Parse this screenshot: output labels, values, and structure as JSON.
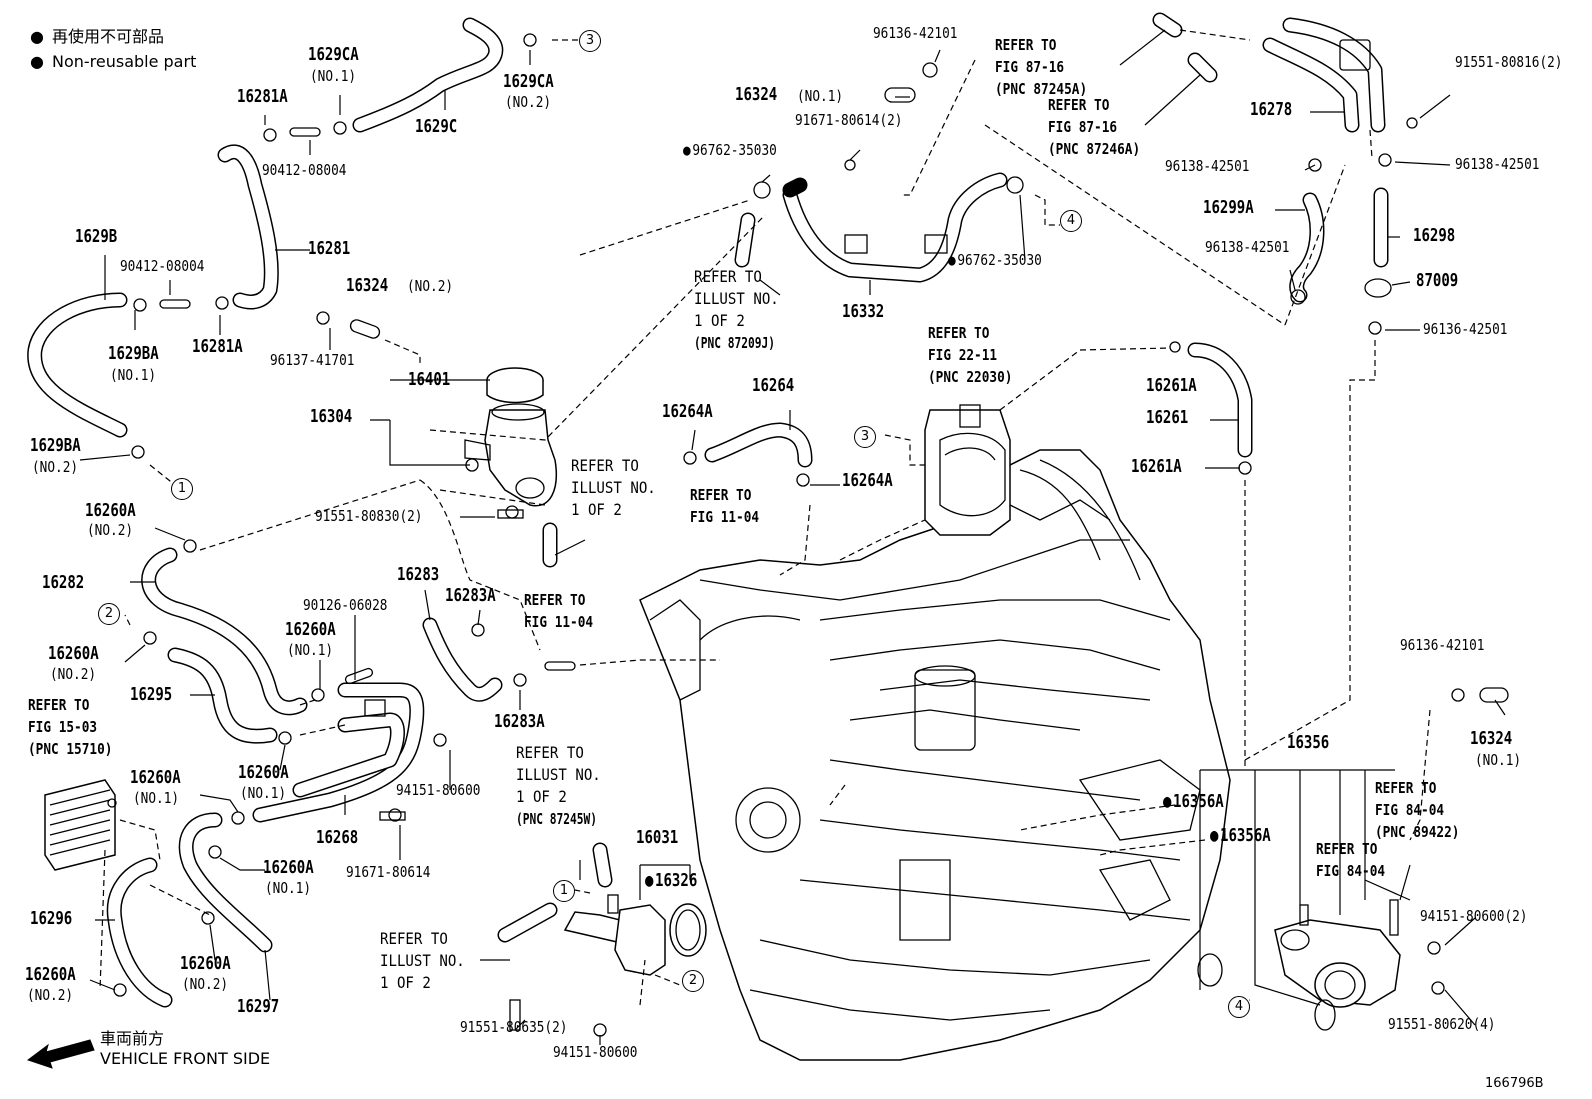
{
  "legend": {
    "jp": "再使用不可部品",
    "en": "Non-reusable part"
  },
  "front": {
    "jp": "車両前方",
    "en": "VEHICLE FRONT SIDE"
  },
  "figure_id": "166796B",
  "circles": [
    "1",
    "2",
    "3",
    "4"
  ],
  "parts": {
    "p1629CA_1": "1629CA",
    "p1629CA_1n": "(NO.1)",
    "p1629CA_2": "1629CA",
    "p1629CA_2n": "(NO.2)",
    "p1629C": "1629C",
    "p16281A_a": "16281A",
    "p90412_a": "90412-08004",
    "p16281": "16281",
    "p1629B": "1629B",
    "p90412_b": "90412-08004",
    "p1629BA_1": "1629BA",
    "p1629BA_1n": "(NO.1)",
    "p16281A_b": "16281A",
    "p16324_2": "16324",
    "p16324_2n": "(NO.2)",
    "p96137": "96137-41701",
    "p1629BA_2": "1629BA",
    "p1629BA_2n": "(NO.2)",
    "p16401": "16401",
    "p16304": "16304",
    "p91551_80830": "91551-80830(2)",
    "p16260A_a": "16260A",
    "p16260A_an": "(NO.2)",
    "p16282": "16282",
    "p16260A_b": "16260A",
    "p16260A_bn": "(NO.2)",
    "p16295": "16295",
    "p16260A_c": "16260A",
    "p16260A_cn": "(NO.1)",
    "p90126": "90126-06028",
    "p16260A_d": "16260A",
    "p16260A_dn": "(NO.1)",
    "p94151_a": "94151-80600",
    "p16268": "16268",
    "p91671_80614": "91671-80614",
    "p16260A_e": "16260A",
    "p16260A_en": "(NO.1)",
    "p16260A_f": "16260A",
    "p16260A_fn": "(NO.1)",
    "p16296": "16296",
    "p16260A_g": "16260A",
    "p16260A_gn": "(NO.2)",
    "p16260A_h": "16260A",
    "p16260A_hn": "(NO.2)",
    "p16297": "16297",
    "p16283": "16283",
    "p16283A_a": "16283A",
    "p16283A_b": "16283A",
    "p16031": "16031",
    "p16326": "16326",
    "p91551_80635": "91551-80635(2)",
    "p94151_b": "94151-80600",
    "p96136_a": "96136-42101",
    "p16324_1": "16324",
    "p16324_1n": "(NO.1)",
    "p91671_80614_2": "91671-80614(2)",
    "p96762_a": "96762-35030",
    "p96762_b": "96762-35030",
    "p16332": "16332",
    "p16264A_a": "16264A",
    "p16264": "16264",
    "p16264A_b": "16264A",
    "p16278": "16278",
    "p91551_80816": "91551-80816(2)",
    "p96138_a": "96138-42501",
    "p96138_b": "96138-42501",
    "p96138_c": "96138-42501",
    "p16299A": "16299A",
    "p16298": "16298",
    "p87009": "87009",
    "p96136_b": "96136-42501",
    "p16261A_a": "16261A",
    "p16261": "16261",
    "p16261A_b": "16261A",
    "p96136_c": "96136-42101",
    "p16324_3": "16324",
    "p16324_3n": "(NO.1)",
    "p16356": "16356",
    "p16356A_a": "16356A",
    "p16356A_b": "16356A",
    "p94151_c": "94151-80600(2)",
    "p91551_80620": "91551-80620(4)"
  },
  "refs": {
    "r_illust_1": [
      "REFER TO",
      "ILLUST NO.",
      "1 OF 2",
      "(PNC 87209J)"
    ],
    "r_fig8716_a": [
      "REFER TO",
      "FIG 87-16",
      "(PNC 87245A)"
    ],
    "r_fig8716_b": [
      "REFER TO",
      "FIG 87-16",
      "(PNC 87246A)"
    ],
    "r_fig2211": [
      "REFER TO",
      "FIG 22-11",
      "(PNC 22030)"
    ],
    "r_illust_2": [
      "REFER TO",
      "ILLUST NO.",
      "1 OF 2"
    ],
    "r_fig1104_a": [
      "REFER TO",
      "FIG 11-04"
    ],
    "r_fig1104_b": [
      "REFER TO",
      "FIG 11-04"
    ],
    "r_fig1503": [
      "REFER TO",
      "FIG 15-03",
      "(PNC 15710)"
    ],
    "r_illust_3": [
      "REFER TO",
      "ILLUST NO.",
      "1 OF 2",
      "(PNC 87245W)"
    ],
    "r_illust_4": [
      "REFER TO",
      "ILLUST NO.",
      "1 OF 2"
    ],
    "r_fig8404_a": [
      "REFER TO",
      "FIG 84-04",
      "(PNC 89422)"
    ],
    "r_fig8404_b": [
      "REFER TO",
      "FIG 84-04"
    ]
  }
}
